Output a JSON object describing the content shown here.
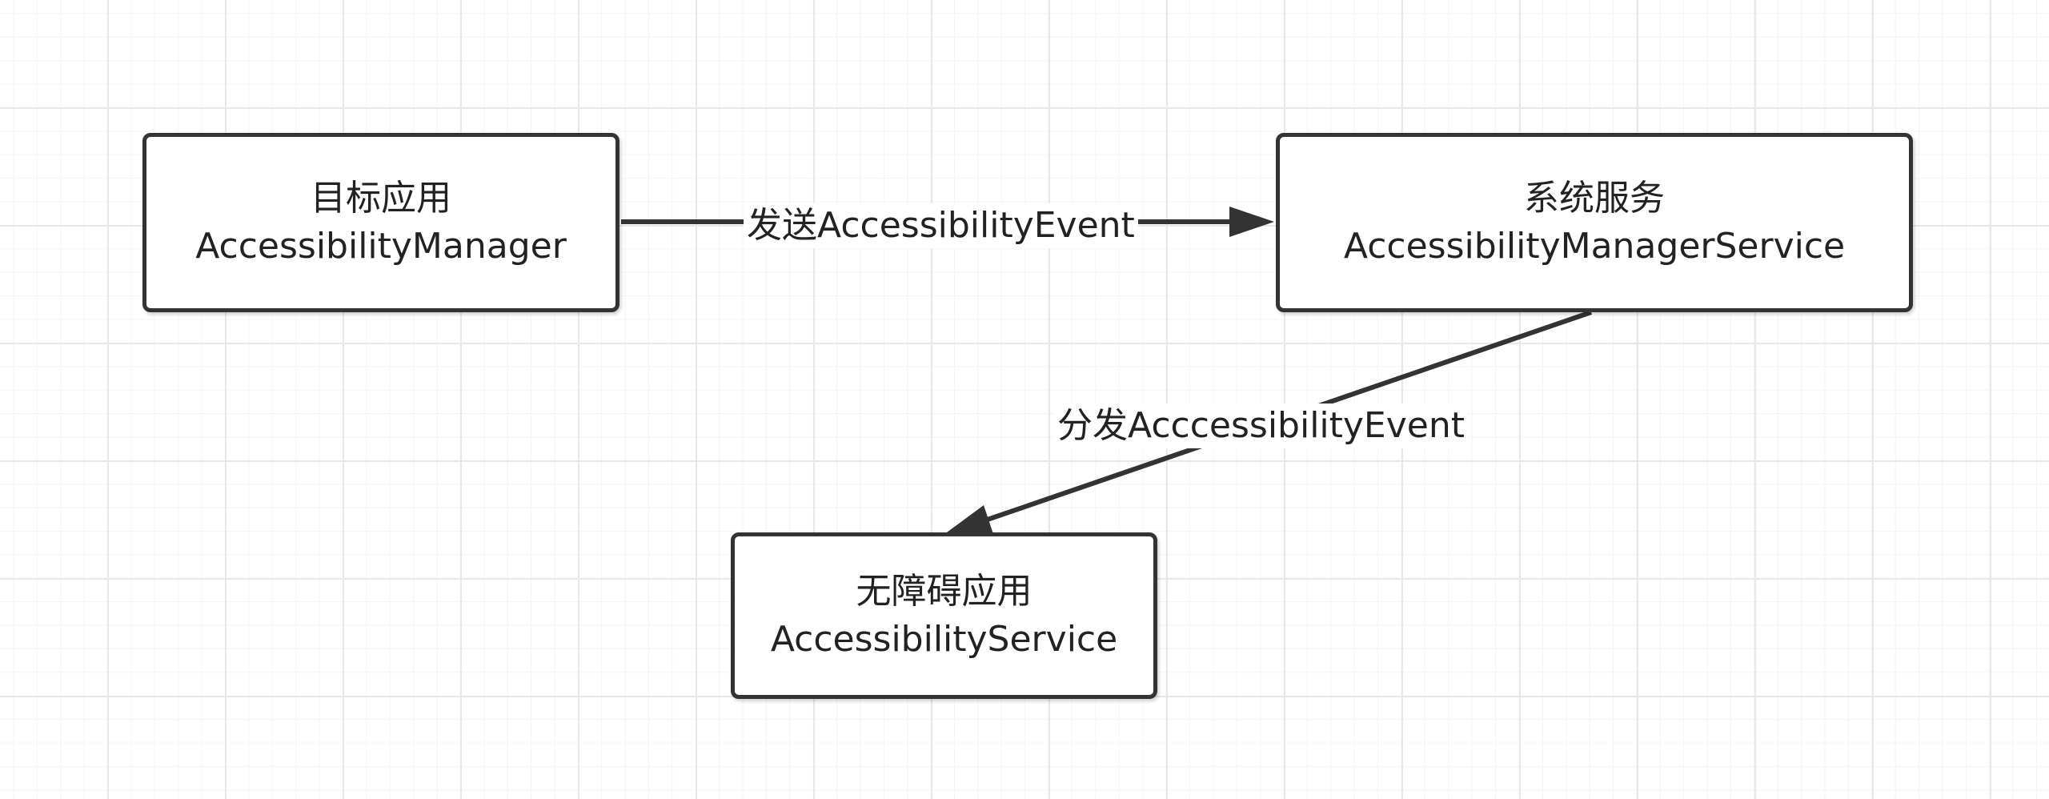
{
  "diagram": {
    "nodes": {
      "app": {
        "title": "目标应用",
        "subtitle": "AccessibilityManager"
      },
      "service": {
        "title": "系统服务",
        "subtitle": "AccessibilityManagerService"
      },
      "a11y": {
        "title": "无障碍应用",
        "subtitle": "AccessibilityService"
      }
    },
    "edges": {
      "send": {
        "label": "发送AccessibilityEvent",
        "from": "app",
        "to": "service"
      },
      "dispatch": {
        "label": "分发AcccessibilityEvent",
        "from": "service",
        "to": "a11y"
      }
    },
    "colors": {
      "stroke": "#333333",
      "grid": "#e8e8e8",
      "background": "#ffffff"
    }
  }
}
